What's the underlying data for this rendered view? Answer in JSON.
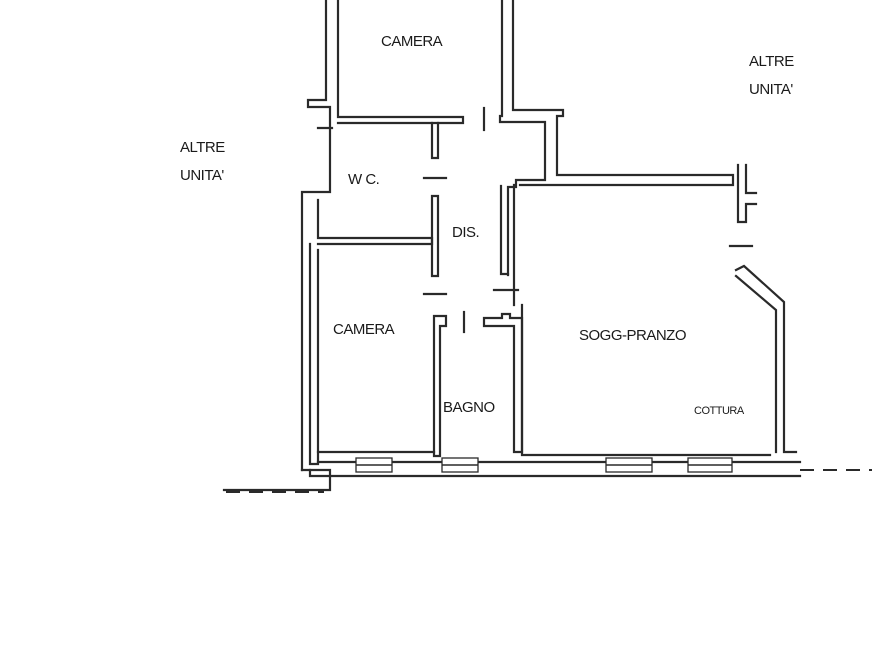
{
  "labels": {
    "camera_top": "CAMERA",
    "altre_unita_right_1": "ALTRE",
    "altre_unita_right_2": "UNITA'",
    "altre_unita_left_1": "ALTRE",
    "altre_unita_left_2": "UNITA'",
    "wc": "W C.",
    "dis": "DIS.",
    "camera_left": "CAMERA",
    "sogg_pranzo": "SOGG-PRANZO",
    "bagno": "BAGNO",
    "cottura": "COTTURA"
  }
}
